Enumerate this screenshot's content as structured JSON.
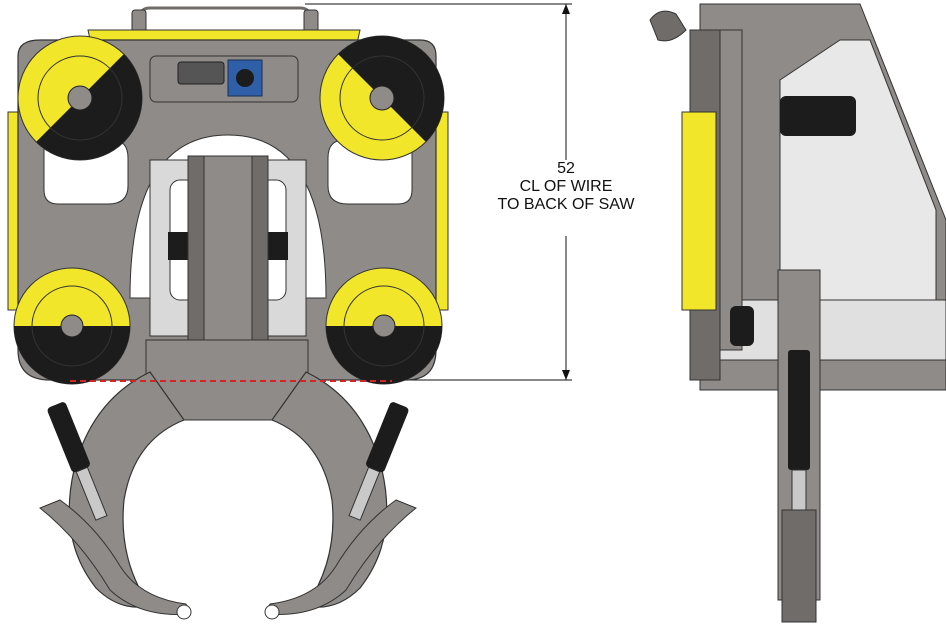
{
  "dimension": {
    "value": "52",
    "line1": "CL OF WIRE",
    "line2": "TO BACK OF SAW"
  },
  "colors": {
    "frame": "#8e8b88",
    "frame_dark": "#6f6c69",
    "yellow": "#f2e62a",
    "black": "#1c1c1c",
    "light_panel": "#d9d9d9",
    "centerline": "#d92323",
    "line": "#111111"
  },
  "views": [
    "front-view",
    "side-view"
  ]
}
